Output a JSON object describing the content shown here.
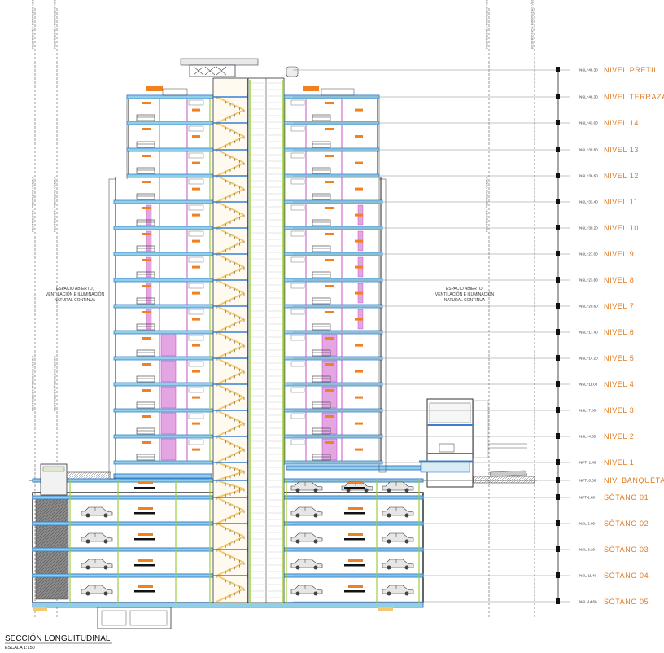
{
  "drawing": {
    "title": "SECCIÓN LONGUITUDINAL",
    "scale": "ESCALA 1:150",
    "notes": [
      {
        "id": "left",
        "lines": [
          "ESPACIO ABIERTO,",
          "VENTILACIÓN E ILUMINACIÓN",
          "NATURAL CONTINUA"
        ]
      },
      {
        "id": "right",
        "lines": [
          "ESPACIO ABIERTO,",
          "VENTILACIÓN E ILUMINACIÓN",
          "NATURAL CONTINUA"
        ]
      }
    ],
    "restriction_label": "RESTRICCIÓN PROPIEDAD VECINA",
    "levels": [
      {
        "name": "NIVEL PRETIL",
        "elev": "NSL+46.30",
        "color": "orange-bold"
      },
      {
        "name": "NIVEL TERRAZAS",
        "elev": "NSL+46.30",
        "color": "orange-bold"
      },
      {
        "name": "NIVEL 14",
        "elev": "NSL+43.00",
        "color": "orange"
      },
      {
        "name": "NIVEL 13",
        "elev": "NSL+39.80",
        "color": "orange"
      },
      {
        "name": "NIVEL 12",
        "elev": "NSL+36.60",
        "color": "orange"
      },
      {
        "name": "NIVEL 11",
        "elev": "NSL+33.40",
        "color": "orange"
      },
      {
        "name": "NIVEL 10",
        "elev": "NSL+30.20",
        "color": "orange"
      },
      {
        "name": "NIVEL 9",
        "elev": "NSL+27.00",
        "color": "orange"
      },
      {
        "name": "NIVEL 8",
        "elev": "NSL+23.80",
        "color": "orange"
      },
      {
        "name": "NIVEL 7",
        "elev": "NSL+20.60",
        "color": "orange"
      },
      {
        "name": "NIVEL 6",
        "elev": "NSL+17.40",
        "color": "orange"
      },
      {
        "name": "NIVEL 5",
        "elev": "NSL+14.20",
        "color": "orange"
      },
      {
        "name": "NIVEL 4",
        "elev": "NSL+11.00",
        "color": "orange"
      },
      {
        "name": "NIVEL 3",
        "elev": "NSL+7.80",
        "color": "orange"
      },
      {
        "name": "NIVEL 2",
        "elev": "NSL+4.60",
        "color": "orange"
      },
      {
        "name": "NIVEL 1",
        "elev": "NPT+1.40",
        "color": "orange"
      },
      {
        "name": "NIV. BANQUETA",
        "elev": "NPT±0.00",
        "color": "orange"
      },
      {
        "name": "SÓTANO 01",
        "elev": "NPT-1.80",
        "color": "orange"
      },
      {
        "name": "SÓTANO 02",
        "elev": "NSL-5.00",
        "color": "orange"
      },
      {
        "name": "SÓTANO 03",
        "elev": "NSL-8.20",
        "color": "orange"
      },
      {
        "name": "SÓTANO 04",
        "elev": "NSL-11.40",
        "color": "orange"
      },
      {
        "name": "SÓTANO 05",
        "elev": "NSL-14.60",
        "color": "orange"
      }
    ],
    "colors": {
      "slab": "#3a7fd0",
      "slab_light": "#8fd0e8",
      "wall": "#2a2a2a",
      "partition": "#c040c0",
      "accent": "#f08020",
      "core": "#f4c870",
      "structure": "#9ad040",
      "level_text": "#e07a1f",
      "ground": "#4a4a4a"
    }
  }
}
